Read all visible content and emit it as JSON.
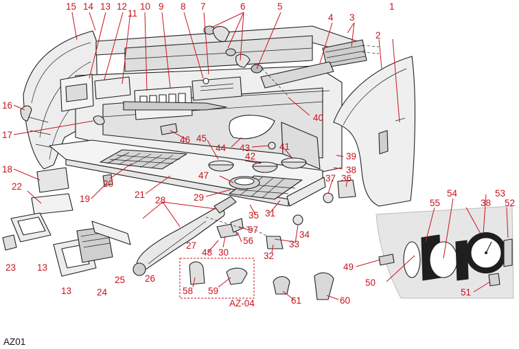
{
  "diagram": {
    "code": "AZ01",
    "kit_label": "AZ-04",
    "colors": {
      "callout": "#c8121b",
      "outline": "#1e1e1e",
      "panel": "#e6e6e6",
      "panel_shade": "#d2d2d2"
    },
    "callouts": [
      "1",
      "2",
      "3",
      "4",
      "5",
      "6",
      "7",
      "8",
      "9",
      "10",
      "11",
      "12",
      "13",
      "14",
      "15",
      "16",
      "17",
      "18",
      "19",
      "20",
      "21",
      "22",
      "23",
      "24",
      "25",
      "26",
      "27",
      "28",
      "29",
      "30",
      "31",
      "32",
      "33",
      "34",
      "35",
      "36",
      "37",
      "38",
      "39",
      "40",
      "41",
      "42",
      "43",
      "44",
      "45",
      "46",
      "47",
      "48",
      "49",
      "50",
      "51",
      "52",
      "53",
      "54",
      "55",
      "56",
      "57",
      "58",
      "59",
      "60",
      "61"
    ]
  }
}
